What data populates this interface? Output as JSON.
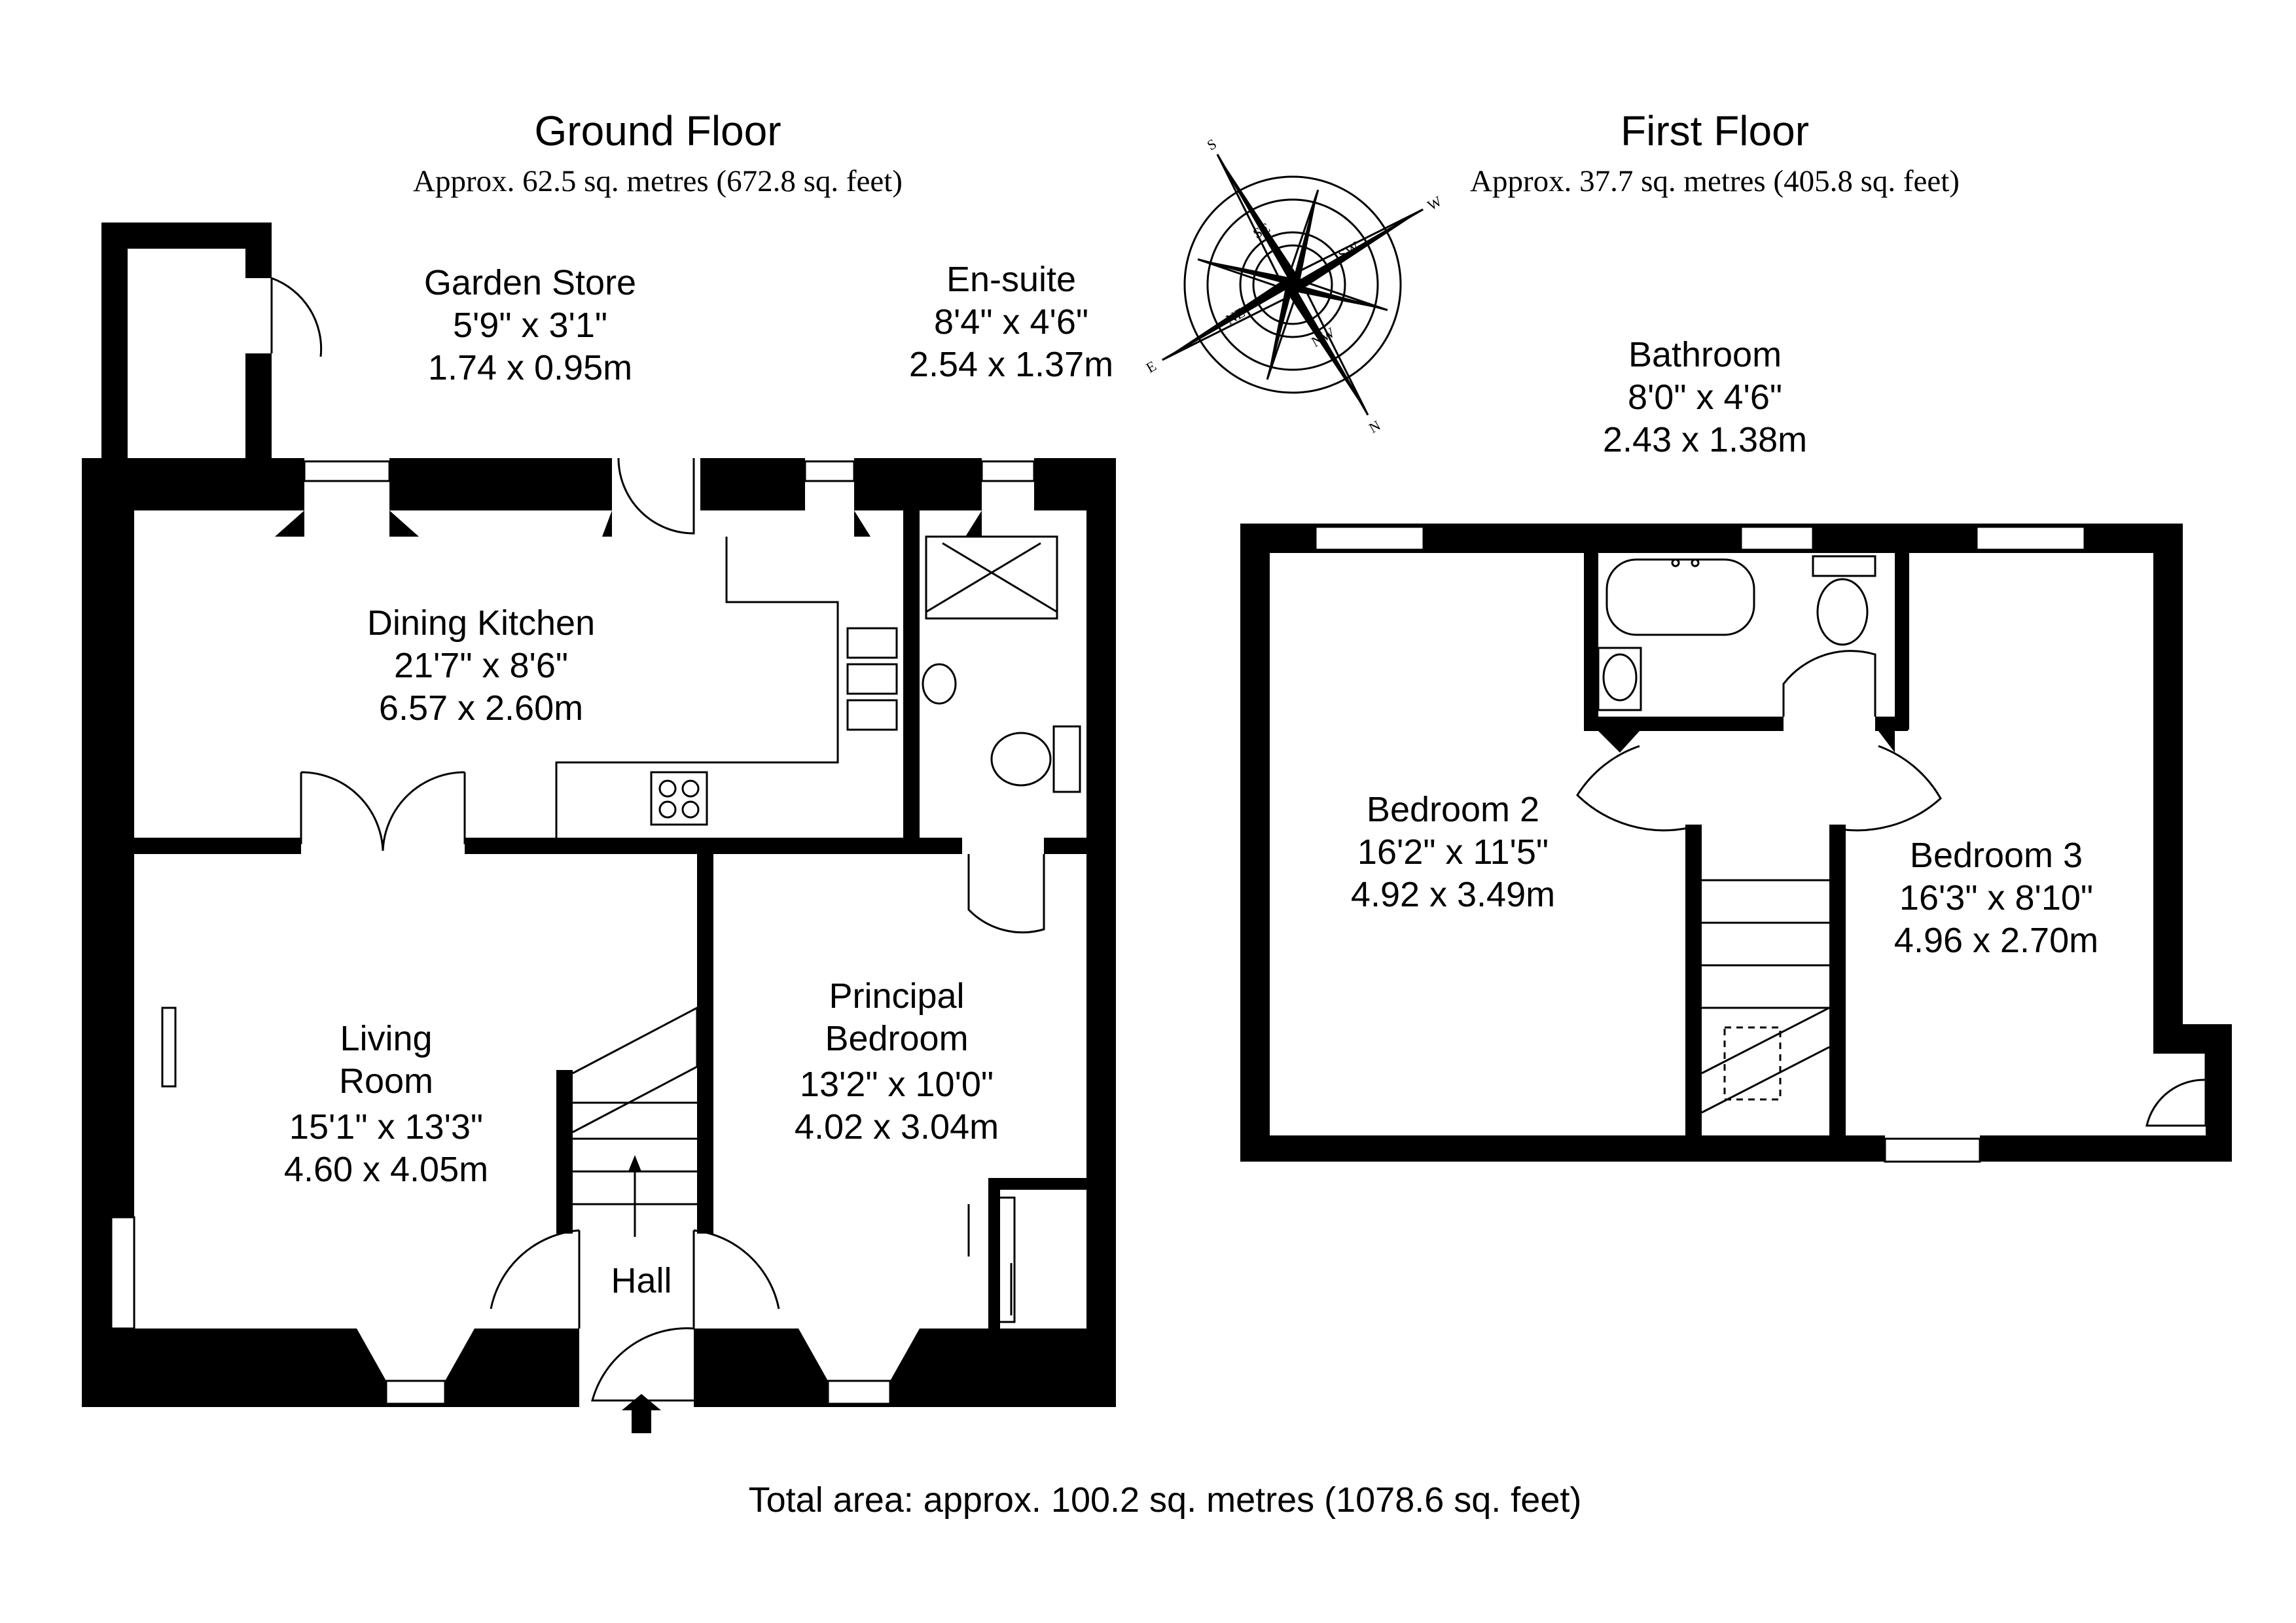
{
  "ground_floor": {
    "title": "Ground Floor",
    "area": "Approx. 62.5 sq. metres (672.8 sq. feet)",
    "rooms": {
      "garden_store": [
        "Garden Store",
        "5'9\" x 3'1\"",
        "1.74 x 0.95m"
      ],
      "ensuite": [
        "En-suite",
        "8'4\" x 4'6\"",
        "2.54 x 1.37m"
      ],
      "dining_kitchen": [
        "Dining Kitchen",
        "21'7\" x 8'6\"",
        "6.57 x 2.60m"
      ],
      "living_room": [
        "Living",
        "Room",
        "15'1\" x 13'3\"",
        "4.60 x 4.05m"
      ],
      "principal_bedroom": [
        "Principal",
        "Bedroom",
        "13'2\" x 10'0\"",
        "4.02 x 3.04m"
      ],
      "hall": [
        "Hall"
      ]
    }
  },
  "first_floor": {
    "title": "First Floor",
    "area": "Approx. 37.7 sq. metres (405.8 sq. feet)",
    "rooms": {
      "bathroom": [
        "Bathroom",
        "8'0\" x 4'6\"",
        "2.43 x 1.38m"
      ],
      "bedroom2": [
        "Bedroom 2",
        "16'2\" x 11'5\"",
        "4.92 x 3.49m"
      ],
      "bedroom3": [
        "Bedroom 3",
        "16'3\" x 8'10\"",
        "4.96 x 2.70m"
      ]
    }
  },
  "compass": {
    "letters": [
      "S",
      "W",
      "N",
      "E"
    ],
    "minor_letters": [
      "SE",
      "SW",
      "NW",
      "NE"
    ]
  },
  "total_area": "Total area: approx. 100.2 sq. metres (1078.6 sq. feet)"
}
